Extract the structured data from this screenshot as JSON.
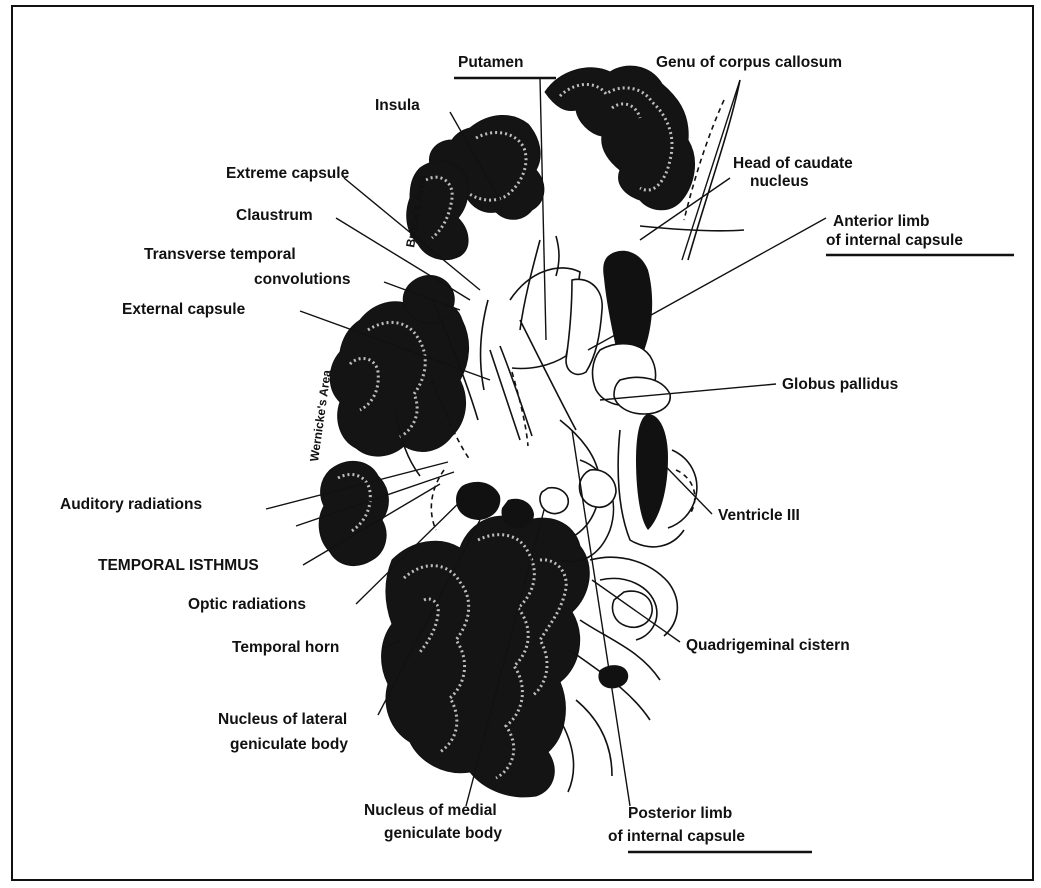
{
  "figure": {
    "labels": {
      "putamen": "Putamen",
      "genu": "Genu of corpus callosum",
      "insula": "Insula",
      "brocas_area": "Broca's Area",
      "head_caudate_1": "Head of caudate",
      "head_caudate_2": "nucleus",
      "extreme_capsule": "Extreme capsule",
      "claustrum": "Claustrum",
      "anterior_limb_1": "Anterior limb",
      "anterior_limb_2": "of internal capsule",
      "transverse_1": "Transverse temporal",
      "transverse_2": "convolutions",
      "external_capsule": "External capsule",
      "wernickes_area": "Wernicke's Area",
      "globus_pallidus": "Globus pallidus",
      "auditory_radiations": "Auditory radiations",
      "ventricle_iii": "Ventricle III",
      "temporal_isthmus": "TEMPORAL ISTHMUS",
      "optic_radiations": "Optic radiations",
      "temporal_horn": "Temporal horn",
      "quadrigeminal": "Quadrigeminal cistern",
      "lateral_geniculate_1": "Nucleus of lateral",
      "lateral_geniculate_2": "geniculate body",
      "medial_geniculate_1": "Nucleus of medial",
      "medial_geniculate_2": "geniculate body",
      "posterior_limb_1": "Posterior limb",
      "posterior_limb_2": "of internal capsule"
    }
  }
}
